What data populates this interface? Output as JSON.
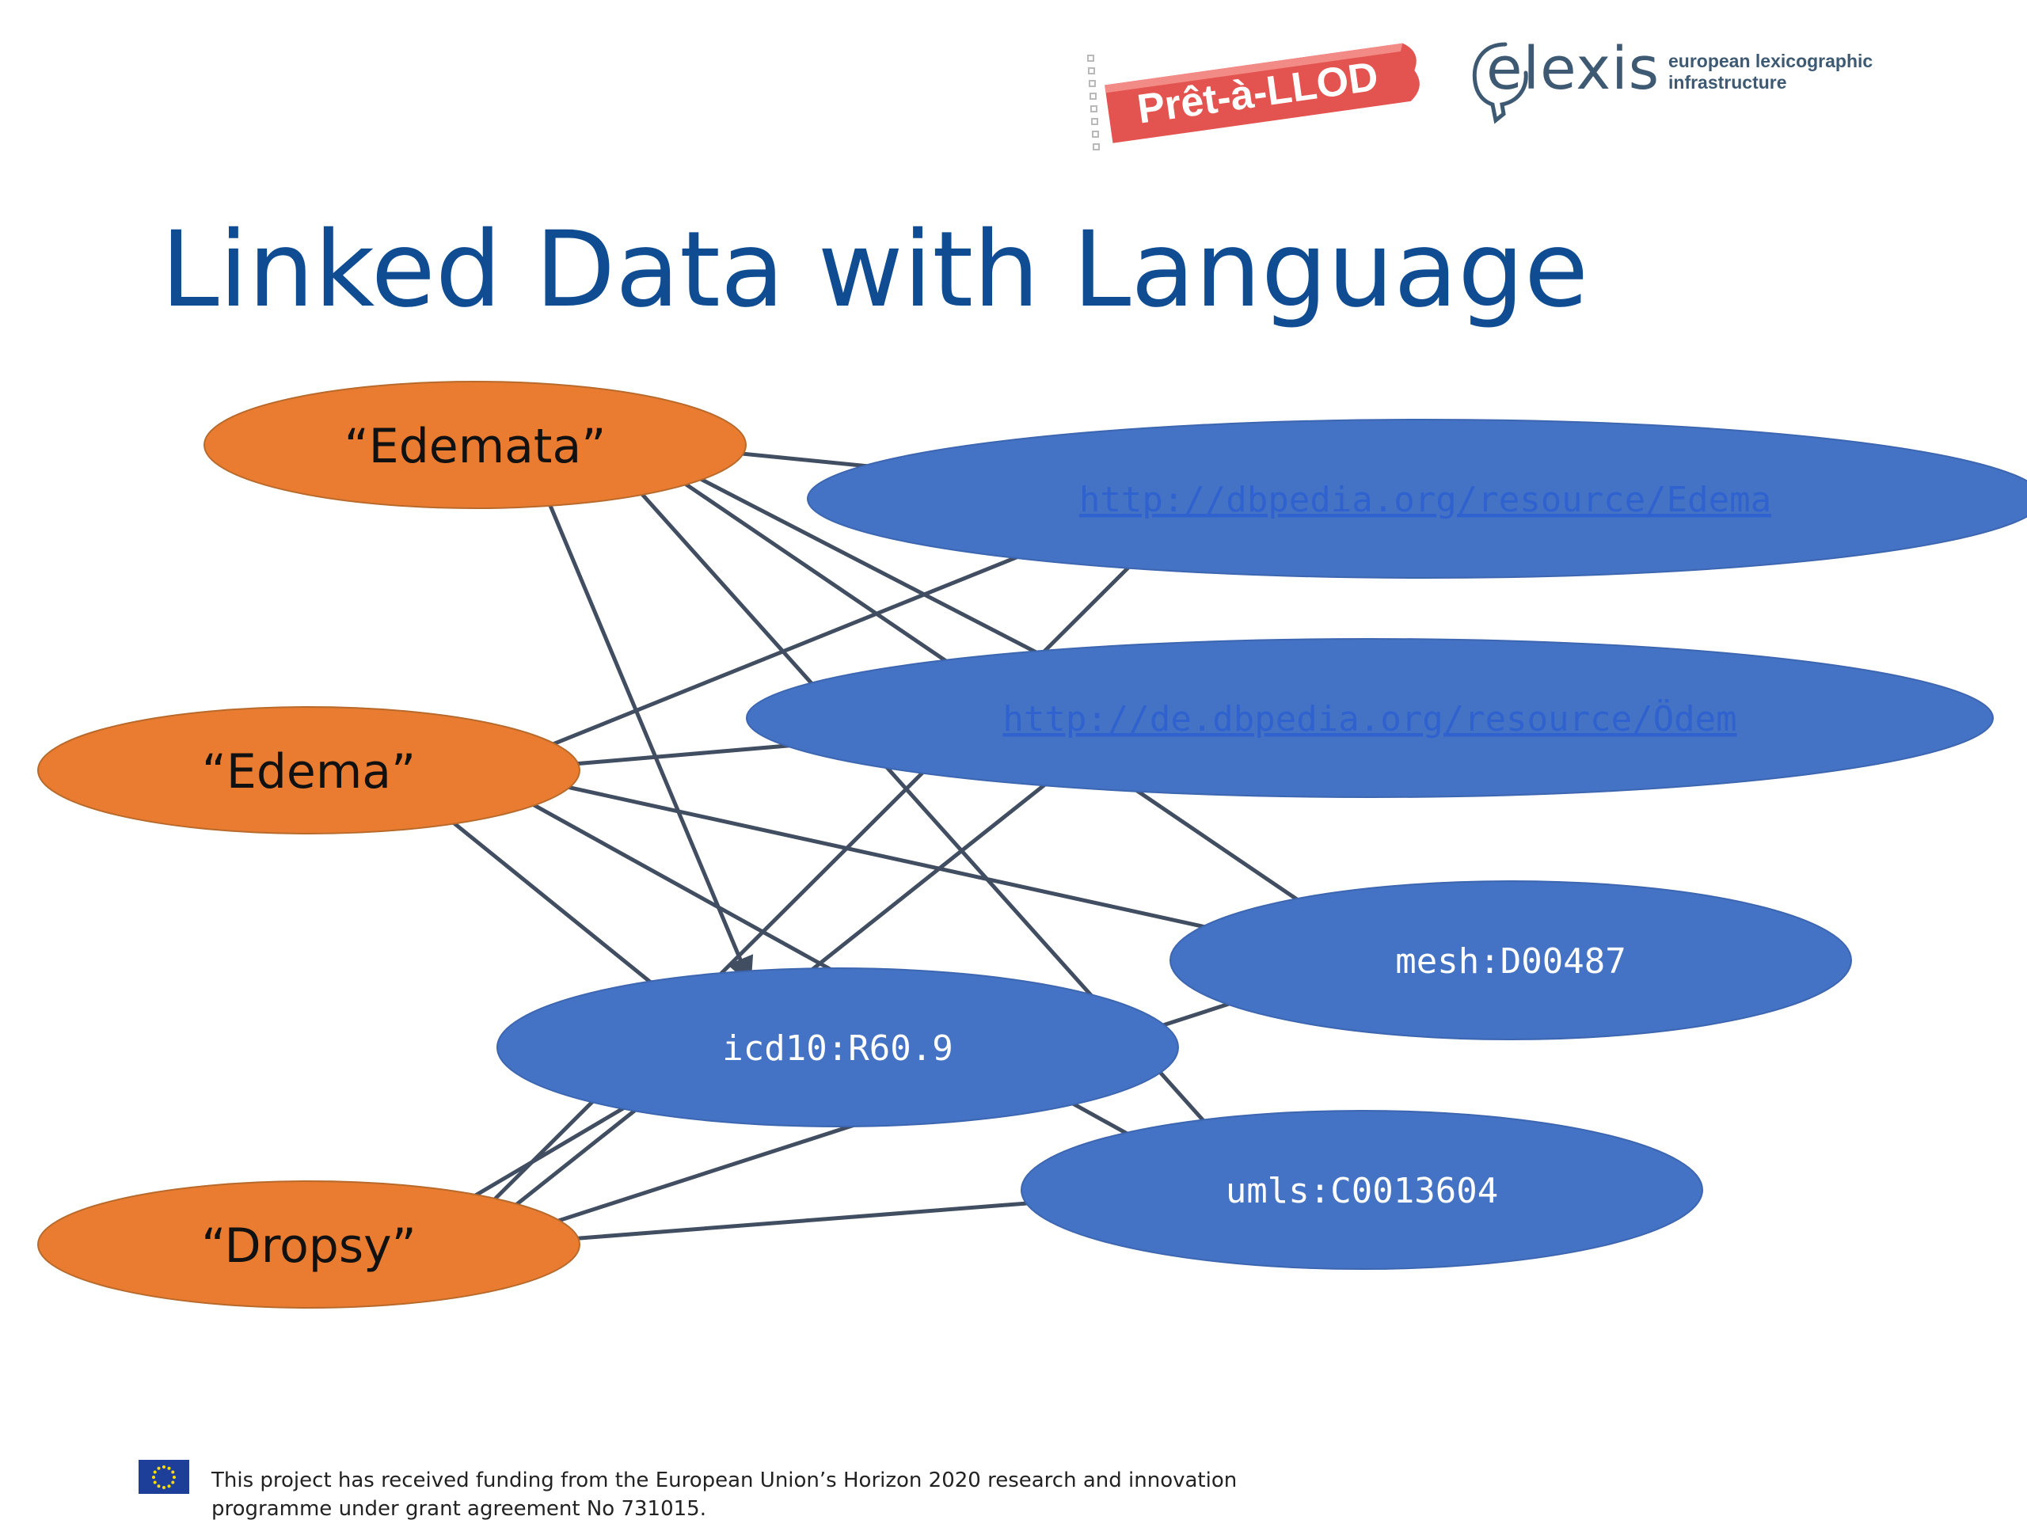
{
  "logos": {
    "banner_text": "Prêt-à-LLOD",
    "elexis_word": "elexis",
    "elexis_tagline_line1": "european lexicographic",
    "elexis_tagline_line2": "infrastructure"
  },
  "slide": {
    "title": "Linked Data with Language"
  },
  "colors": {
    "title": "#0f4c92",
    "literal_fill": "#e97c30",
    "resource_fill": "#4472c4",
    "edge": "#414d61",
    "link_text": "#2f62cf"
  },
  "diagram": {
    "literals": [
      {
        "id": "edemata",
        "label": "“Edemata”"
      },
      {
        "id": "edema",
        "label": "“Edema”"
      },
      {
        "id": "dropsy",
        "label": "“Dropsy”"
      }
    ],
    "resources": [
      {
        "id": "dbp_en",
        "label": "http://dbpedia.org/resource/Edema",
        "link": true
      },
      {
        "id": "dbp_de",
        "label": "http://de.dbpedia.org/resource/Ödem",
        "link": true
      },
      {
        "id": "mesh",
        "label": "mesh:D00487",
        "link": false
      },
      {
        "id": "icd10",
        "label": "icd10:R60.9",
        "link": false
      },
      {
        "id": "umls",
        "label": "umls:C0013604",
        "link": false
      }
    ],
    "edges": [
      {
        "from": "edemata",
        "to": "dbp_en"
      },
      {
        "from": "edemata",
        "to": "dbp_de"
      },
      {
        "from": "edemata",
        "to": "mesh"
      },
      {
        "from": "edemata",
        "to": "icd10"
      },
      {
        "from": "edemata",
        "to": "umls"
      },
      {
        "from": "edema",
        "to": "dbp_en"
      },
      {
        "from": "edema",
        "to": "dbp_de"
      },
      {
        "from": "edema",
        "to": "mesh"
      },
      {
        "from": "edema",
        "to": "icd10"
      },
      {
        "from": "edema",
        "to": "umls"
      },
      {
        "from": "dropsy",
        "to": "dbp_en"
      },
      {
        "from": "dropsy",
        "to": "dbp_de"
      },
      {
        "from": "dropsy",
        "to": "mesh"
      },
      {
        "from": "dropsy",
        "to": "icd10"
      },
      {
        "from": "dropsy",
        "to": "umls"
      }
    ]
  },
  "footer": {
    "line1": "This project has received funding from the European Union’s Horizon 2020 research and innovation",
    "line2": "programme under grant agreement No 731015."
  }
}
